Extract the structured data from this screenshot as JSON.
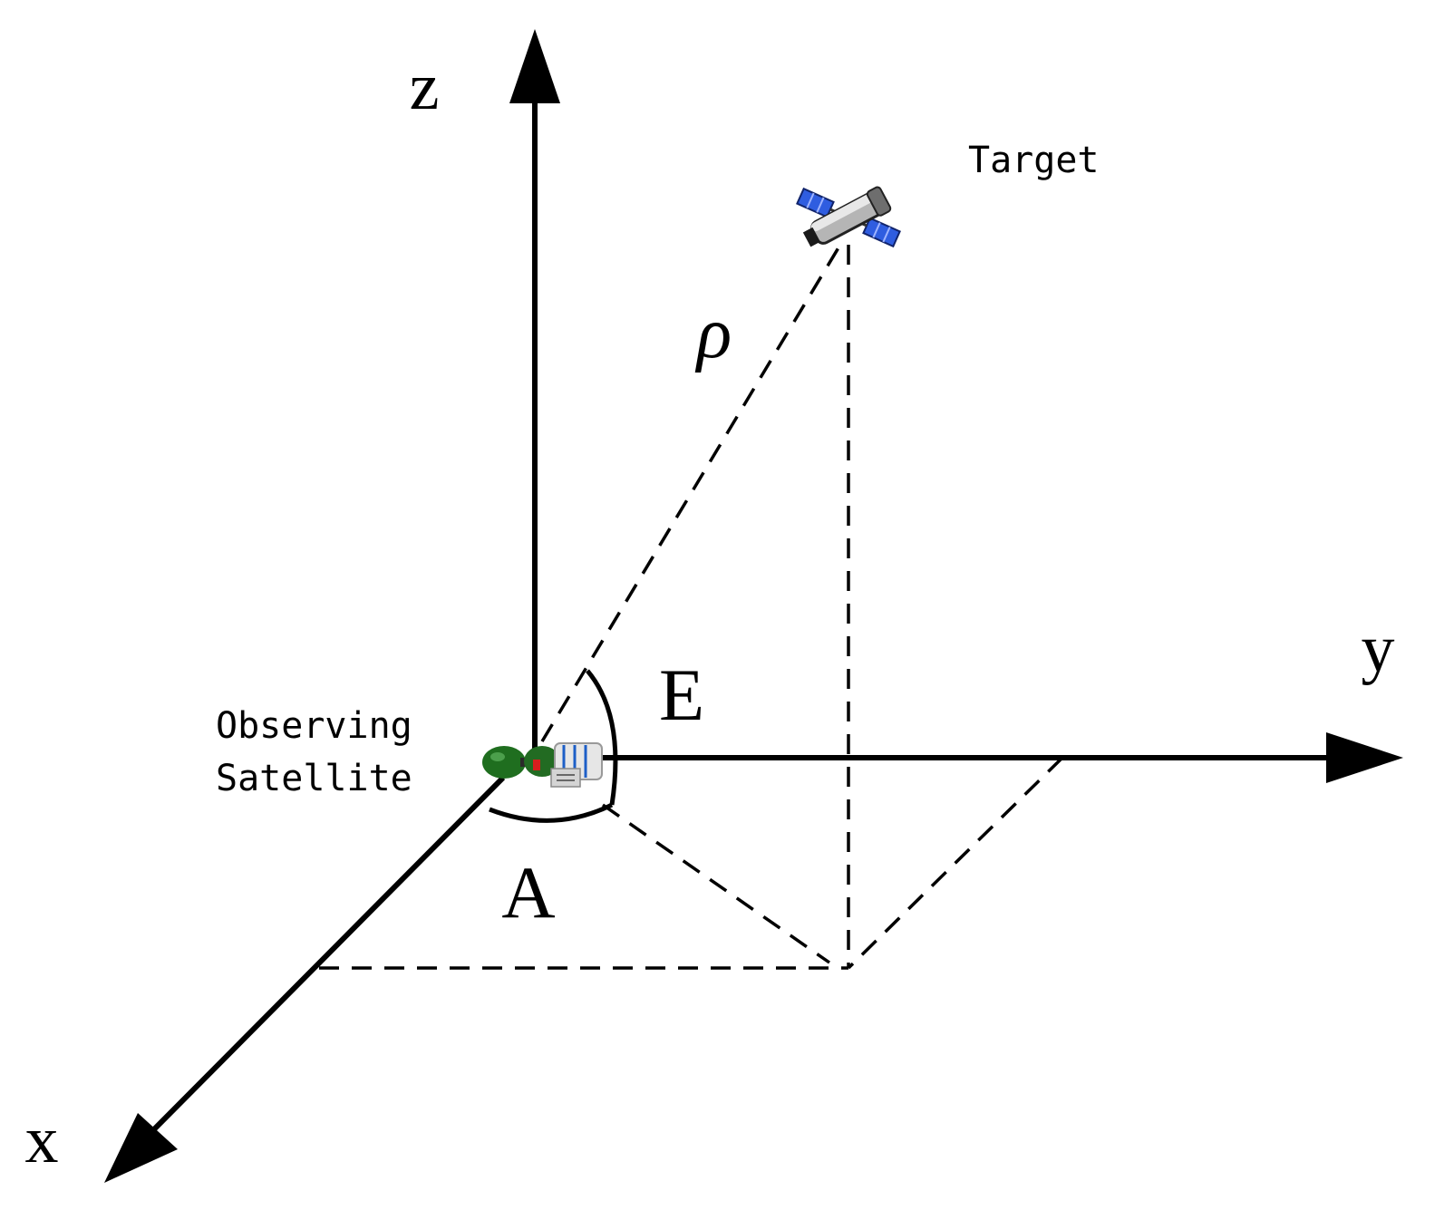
{
  "axes": {
    "x_label": "x",
    "y_label": "y",
    "z_label": "z"
  },
  "angles": {
    "azimuth_label": "A",
    "elevation_label": "E"
  },
  "range_label": "ρ",
  "target_label": "Target",
  "observer_label_line1": "Observing",
  "observer_label_line2": "Satellite",
  "icons": {
    "observer": "observing-satellite-icon",
    "target": "target-satellite-icon"
  },
  "colors": {
    "line": "#000000",
    "solar_panel": "#2f5de0",
    "observer_body": "#1f6e1f",
    "observer_module_stripe": "#1d5fc7"
  }
}
